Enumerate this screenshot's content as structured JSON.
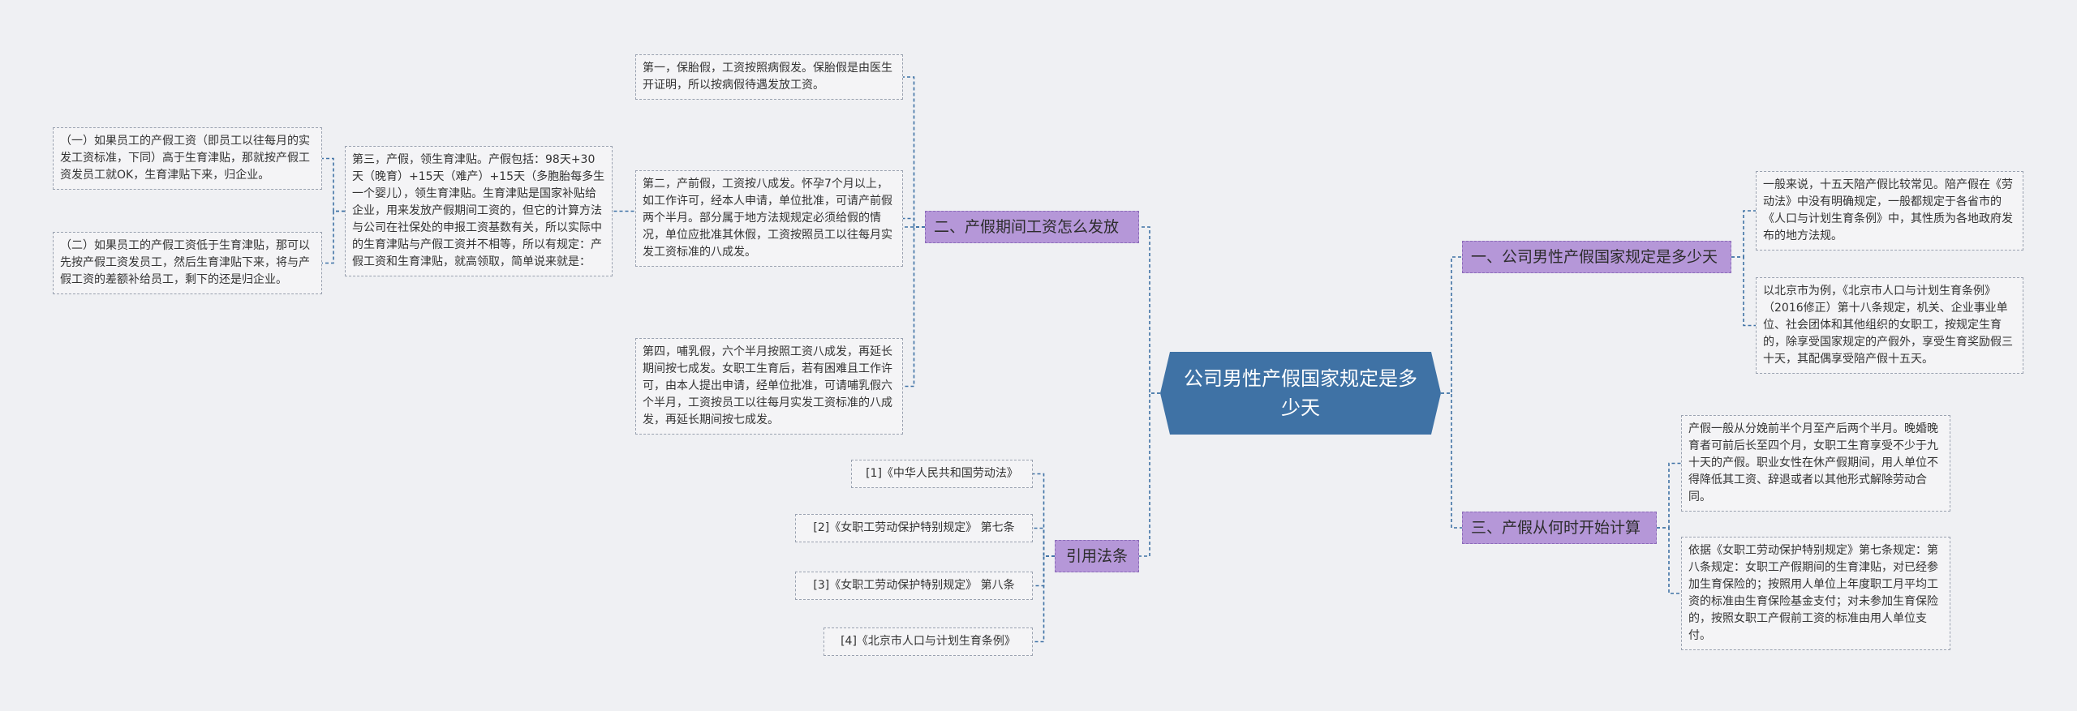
{
  "colors": {
    "background": "#eff0f3",
    "root_fill": "#3f72a5",
    "branch_fill": "#b597d8",
    "leaf_fill": "#f4f4f6",
    "connector": "#3f72a5"
  },
  "root": {
    "title": "公司男性产假国家规定是多少天"
  },
  "branches": {
    "b1": {
      "label": "一、公司男性产假国家规定是多少天",
      "items": [
        "一般来说，十五天陪产假比较常见。陪产假在《劳动法》中没有明确规定，一般都规定于各省市的《人口与计划生育条例》中，其性质为各地政府发布的地方法规。",
        "以北京市为例，《北京市人口与计划生育条例》（2016修正）第十八条规定，机关、企业事业单位、社会团体和其他组织的女职工，按规定生育的，除享受国家规定的产假外，享受生育奖励假三十天，其配偶享受陪产假十五天。"
      ]
    },
    "b2": {
      "label": "二、产假期间工资怎么发放",
      "items": [
        "第一，保胎假，工资按照病假发。保胎假是由医生开证明，所以按病假待遇发放工资。",
        "第二，产前假，工资按八成发。怀孕7个月以上，如工作许可，经本人申请，单位批准，可请产前假两个半月。部分属于地方法规规定必须给假的情况，单位应批准其休假，工资按照员工以往每月实发工资标准的八成发。",
        "第三，产假，领生育津贴。产假包括：98天+30天（晚育）+15天（难产）+15天（多胞胎每多生一个婴儿），领生育津贴。生育津贴是国家补贴给企业，用来发放产假期间工资的，但它的计算方法与公司在社保处的申报工资基数有关，所以实际中的生育津贴与产假工资并不相等，所以有规定：产假工资和生育津贴，就高领取，简单说来就是：",
        "第四，哺乳假，六个半月按照工资八成发，再延长期间按七成发。女职工生育后，若有困难且工作许可，由本人提出申请，经单位批准，可请哺乳假六个半月，工资按员工以往每月实发工资标准的八成发，再延长期间按七成发。"
      ],
      "sub": [
        "（一）如果员工的产假工资（即员工以往每月的实发工资标准，下同）高于生育津贴，那就按产假工资发员工就OK，生育津贴下来，归企业。",
        "（二）如果员工的产假工资低于生育津贴，那可以先按产假工资发员工，然后生育津贴下来，将与产假工资的差额补给员工，剩下的还是归企业。"
      ]
    },
    "b3": {
      "label": "三、产假从何时开始计算",
      "items": [
        "产假一般从分娩前半个月至产后两个半月。晚婚晚育者可前后长至四个月，女职工生育享受不少于九十天的产假。职业女性在休产假期间，用人单位不得降低其工资、辞退或者以其他形式解除劳动合同。",
        "依据《女职工劳动保护特别规定》第七条规定：第八条规定：女职工产假期间的生育津贴，对已经参加生育保险的；按照用人单位上年度职工月平均工资的标准由生育保险基金支付；对未参加生育保险的，按照女职工产假前工资的标准由用人单位支付。"
      ]
    },
    "b4": {
      "label": "引用法条",
      "items": [
        "[1]《中华人民共和国劳动法》",
        "[2]《女职工劳动保护特别规定》 第七条",
        "[3]《女职工劳动保护特别规定》 第八条",
        "[4]《北京市人口与计划生育条例》"
      ]
    }
  }
}
